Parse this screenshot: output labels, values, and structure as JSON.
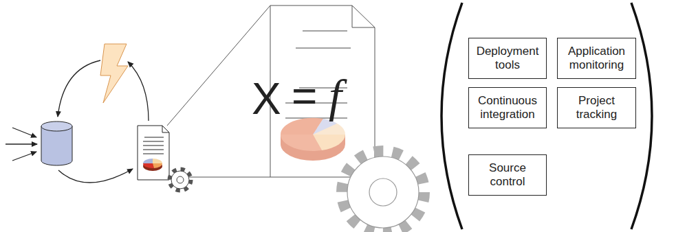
{
  "diagram": {
    "nodes": [
      {
        "text": [
          "Deployment tools"
        ]
      },
      {
        "text": [
          "Application monitoring"
        ]
      },
      {
        "text": [
          "Continuous integration"
        ]
      },
      {
        "text": [
          "Project tracking"
        ]
      },
      {
        "text": [
          "Source control"
        ]
      }
    ],
    "labels": [
      "X",
      "=",
      "f"
    ]
  }
}
